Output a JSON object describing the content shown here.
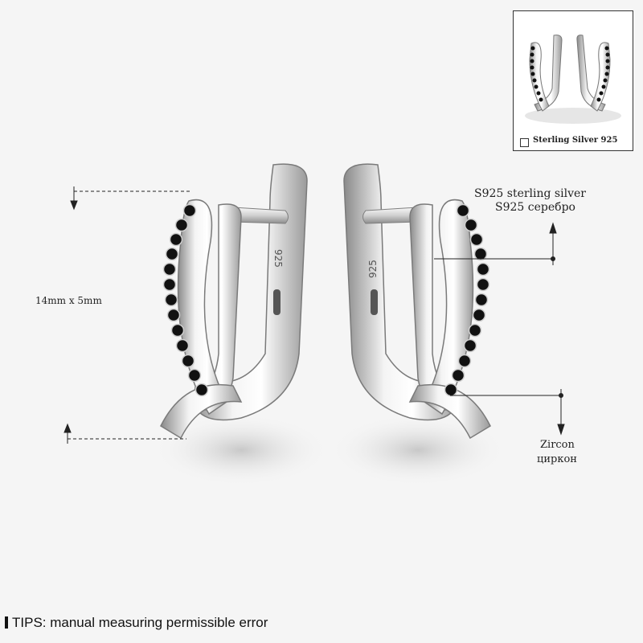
{
  "specs": {
    "material_en": "S925 sterling silver",
    "material_ru": "S925 серебро",
    "size": "14mm x 5mm",
    "stone_en": "Zircon",
    "stone_ru": "циркон"
  },
  "thumbnail": {
    "caption": "Sterling Silver 925"
  },
  "tips": "TIPS: manual measuring permissible error",
  "engraving": "925",
  "colors": {
    "background": "#f5f5f5",
    "silver": "#d9d9d9",
    "stone": "#111111",
    "annotation": "#222222"
  }
}
